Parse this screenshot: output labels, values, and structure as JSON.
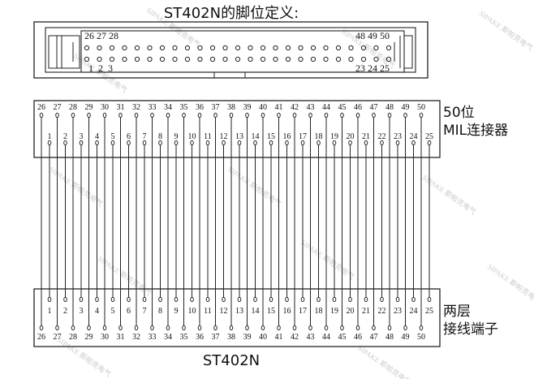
{
  "title": "ST402N的脚位定义:",
  "caption": "ST402N",
  "mil_connector_label": [
    "50位",
    "MIL连接器"
  ],
  "terminal_label": [
    "两层",
    "接线端子"
  ],
  "header": {
    "top_left_numbers": "26 27 28",
    "top_right_numbers": "48 49 50",
    "bottom_left_numbers": "1  2  3",
    "bottom_right_numbers": "23 24 25"
  },
  "pins": {
    "top_row": [
      26,
      27,
      28,
      29,
      30,
      31,
      32,
      33,
      34,
      35,
      36,
      37,
      38,
      39,
      40,
      41,
      42,
      43,
      44,
      45,
      46,
      47,
      48,
      49,
      50
    ],
    "bottom_row": [
      1,
      2,
      3,
      4,
      5,
      6,
      7,
      8,
      9,
      10,
      11,
      12,
      13,
      14,
      15,
      16,
      17,
      18,
      19,
      20,
      21,
      22,
      23,
      24,
      25
    ]
  },
  "watermark": "SIPAKE 斯帕克电气",
  "colors": {
    "line": "#222222",
    "watermark": "#cccccc"
  }
}
